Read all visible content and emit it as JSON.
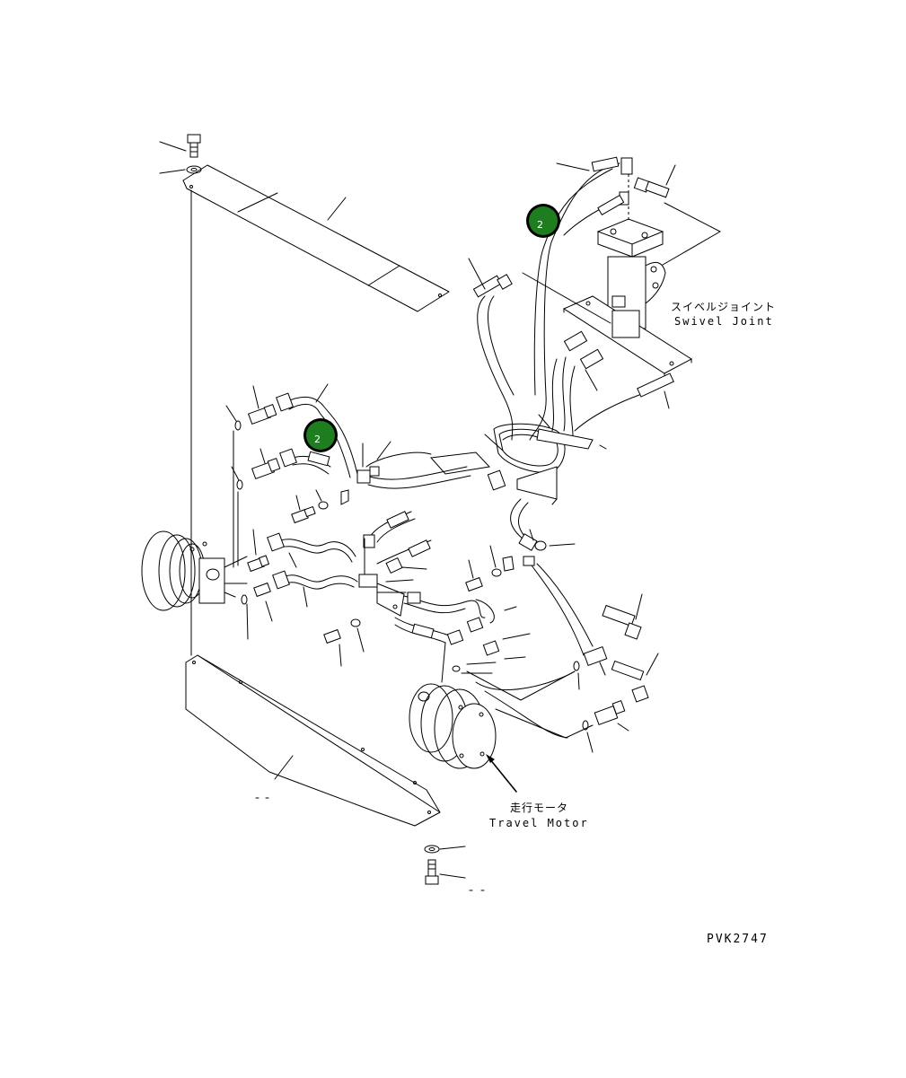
{
  "labels": {
    "swivel_joint_jp": "スイベルジョイント",
    "swivel_joint_en": "Swivel Joint",
    "travel_motor_jp": "走行モータ",
    "travel_motor_en": "Travel Motor",
    "drawing_number": "PVK2747"
  },
  "callouts": [
    {
      "label": "2",
      "color": "#1e7d1e"
    },
    {
      "label": "2",
      "color": "#1e7d1e"
    }
  ]
}
